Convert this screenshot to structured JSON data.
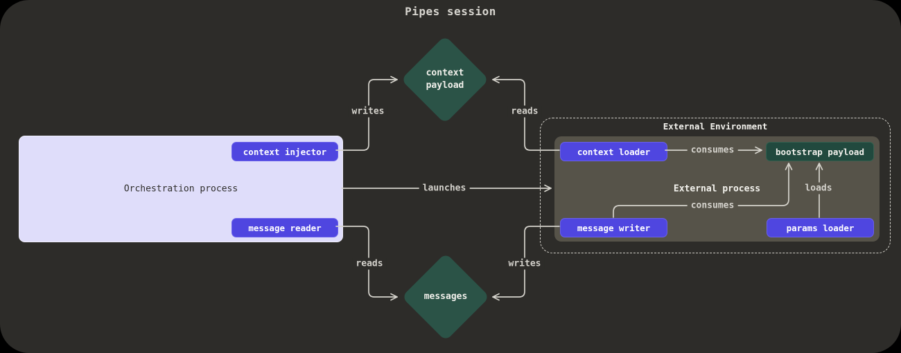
{
  "title": "Pipes session",
  "colors": {
    "background": "#2d2c29",
    "accent_purple": "#4f46e0",
    "node_green": "#2b5347",
    "payload_green": "#21493e",
    "surface_lavender": "#dfddfa",
    "external_process_gray": "#565349",
    "line": "#d6d4cd"
  },
  "nodes": {
    "context_payload": {
      "label": "context\npayload",
      "shape": "diamond"
    },
    "messages": {
      "label": "messages",
      "shape": "diamond"
    },
    "orchestration_process": {
      "label": "Orchestration process"
    },
    "context_injector": {
      "label": "context injector"
    },
    "message_reader": {
      "label": "message reader"
    },
    "external_environment": {
      "label": "External Environment"
    },
    "external_process": {
      "label": "External process"
    },
    "context_loader": {
      "label": "context loader"
    },
    "bootstrap_payload": {
      "label": "bootstrap payload"
    },
    "message_writer": {
      "label": "message writer"
    },
    "params_loader": {
      "label": "params loader"
    }
  },
  "edges": {
    "writes_top": {
      "label": "writes",
      "from": "context injector",
      "to": "context payload"
    },
    "reads_top": {
      "label": "reads",
      "from": "context loader",
      "to": "context payload"
    },
    "launches": {
      "label": "launches",
      "from": "Orchestration process",
      "to": "External process"
    },
    "reads_bottom": {
      "label": "reads",
      "from": "message reader",
      "to": "messages"
    },
    "writes_bottom": {
      "label": "writes",
      "from": "message writer",
      "to": "messages"
    },
    "consumes_top": {
      "label": "consumes",
      "from": "context loader",
      "to": "bootstrap payload"
    },
    "consumes_bottom": {
      "label": "consumes",
      "from": "message writer",
      "to": "bootstrap payload"
    },
    "loads": {
      "label": "loads",
      "from": "params loader",
      "to": "bootstrap payload"
    }
  }
}
